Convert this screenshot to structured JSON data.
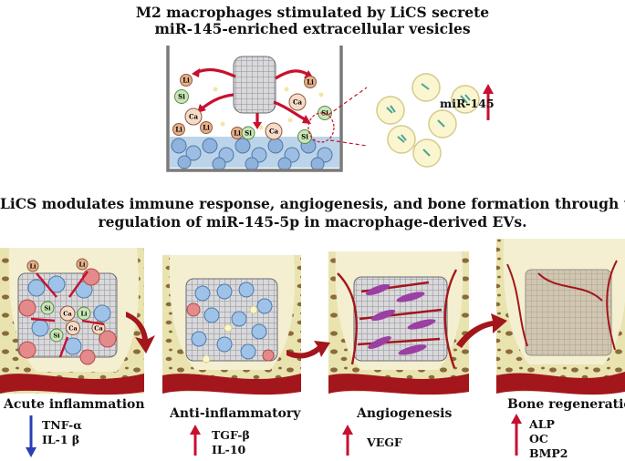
{
  "header": {
    "line1": "M2 macrophages stimulated by LiCS secrete",
    "line2": "miR-145-enriched extracellular vesicles"
  },
  "beaker": {
    "ions": [
      "Li",
      "Si",
      "Ca"
    ],
    "mirna_label": "miR-145"
  },
  "middle": {
    "line1": "LiCS modulates immune response, angiogenesis, and bone formation through the",
    "line2": "regulation of miR-145-5p in macrophage-derived EVs."
  },
  "stages": [
    {
      "name": "Acute inflammation",
      "direction": "down",
      "markers": [
        "TNF-α",
        "IL-1 β"
      ]
    },
    {
      "name": "Anti-inflammatory",
      "direction": "up",
      "markers": [
        "TGF-β",
        "IL-10"
      ]
    },
    {
      "name": "Angiogenesis",
      "direction": "up",
      "markers": [
        "VEGF"
      ]
    },
    {
      "name": "Bone regeneration",
      "direction": "up",
      "markers": [
        "ALP",
        "OC",
        "BMP2"
      ]
    }
  ],
  "colors": {
    "up_arrow": "#c8102e",
    "down_arrow": "#2a3fb0",
    "bone": "#e9e3b0",
    "pore": "#8a6a3c",
    "vessel": "#a3161b"
  }
}
